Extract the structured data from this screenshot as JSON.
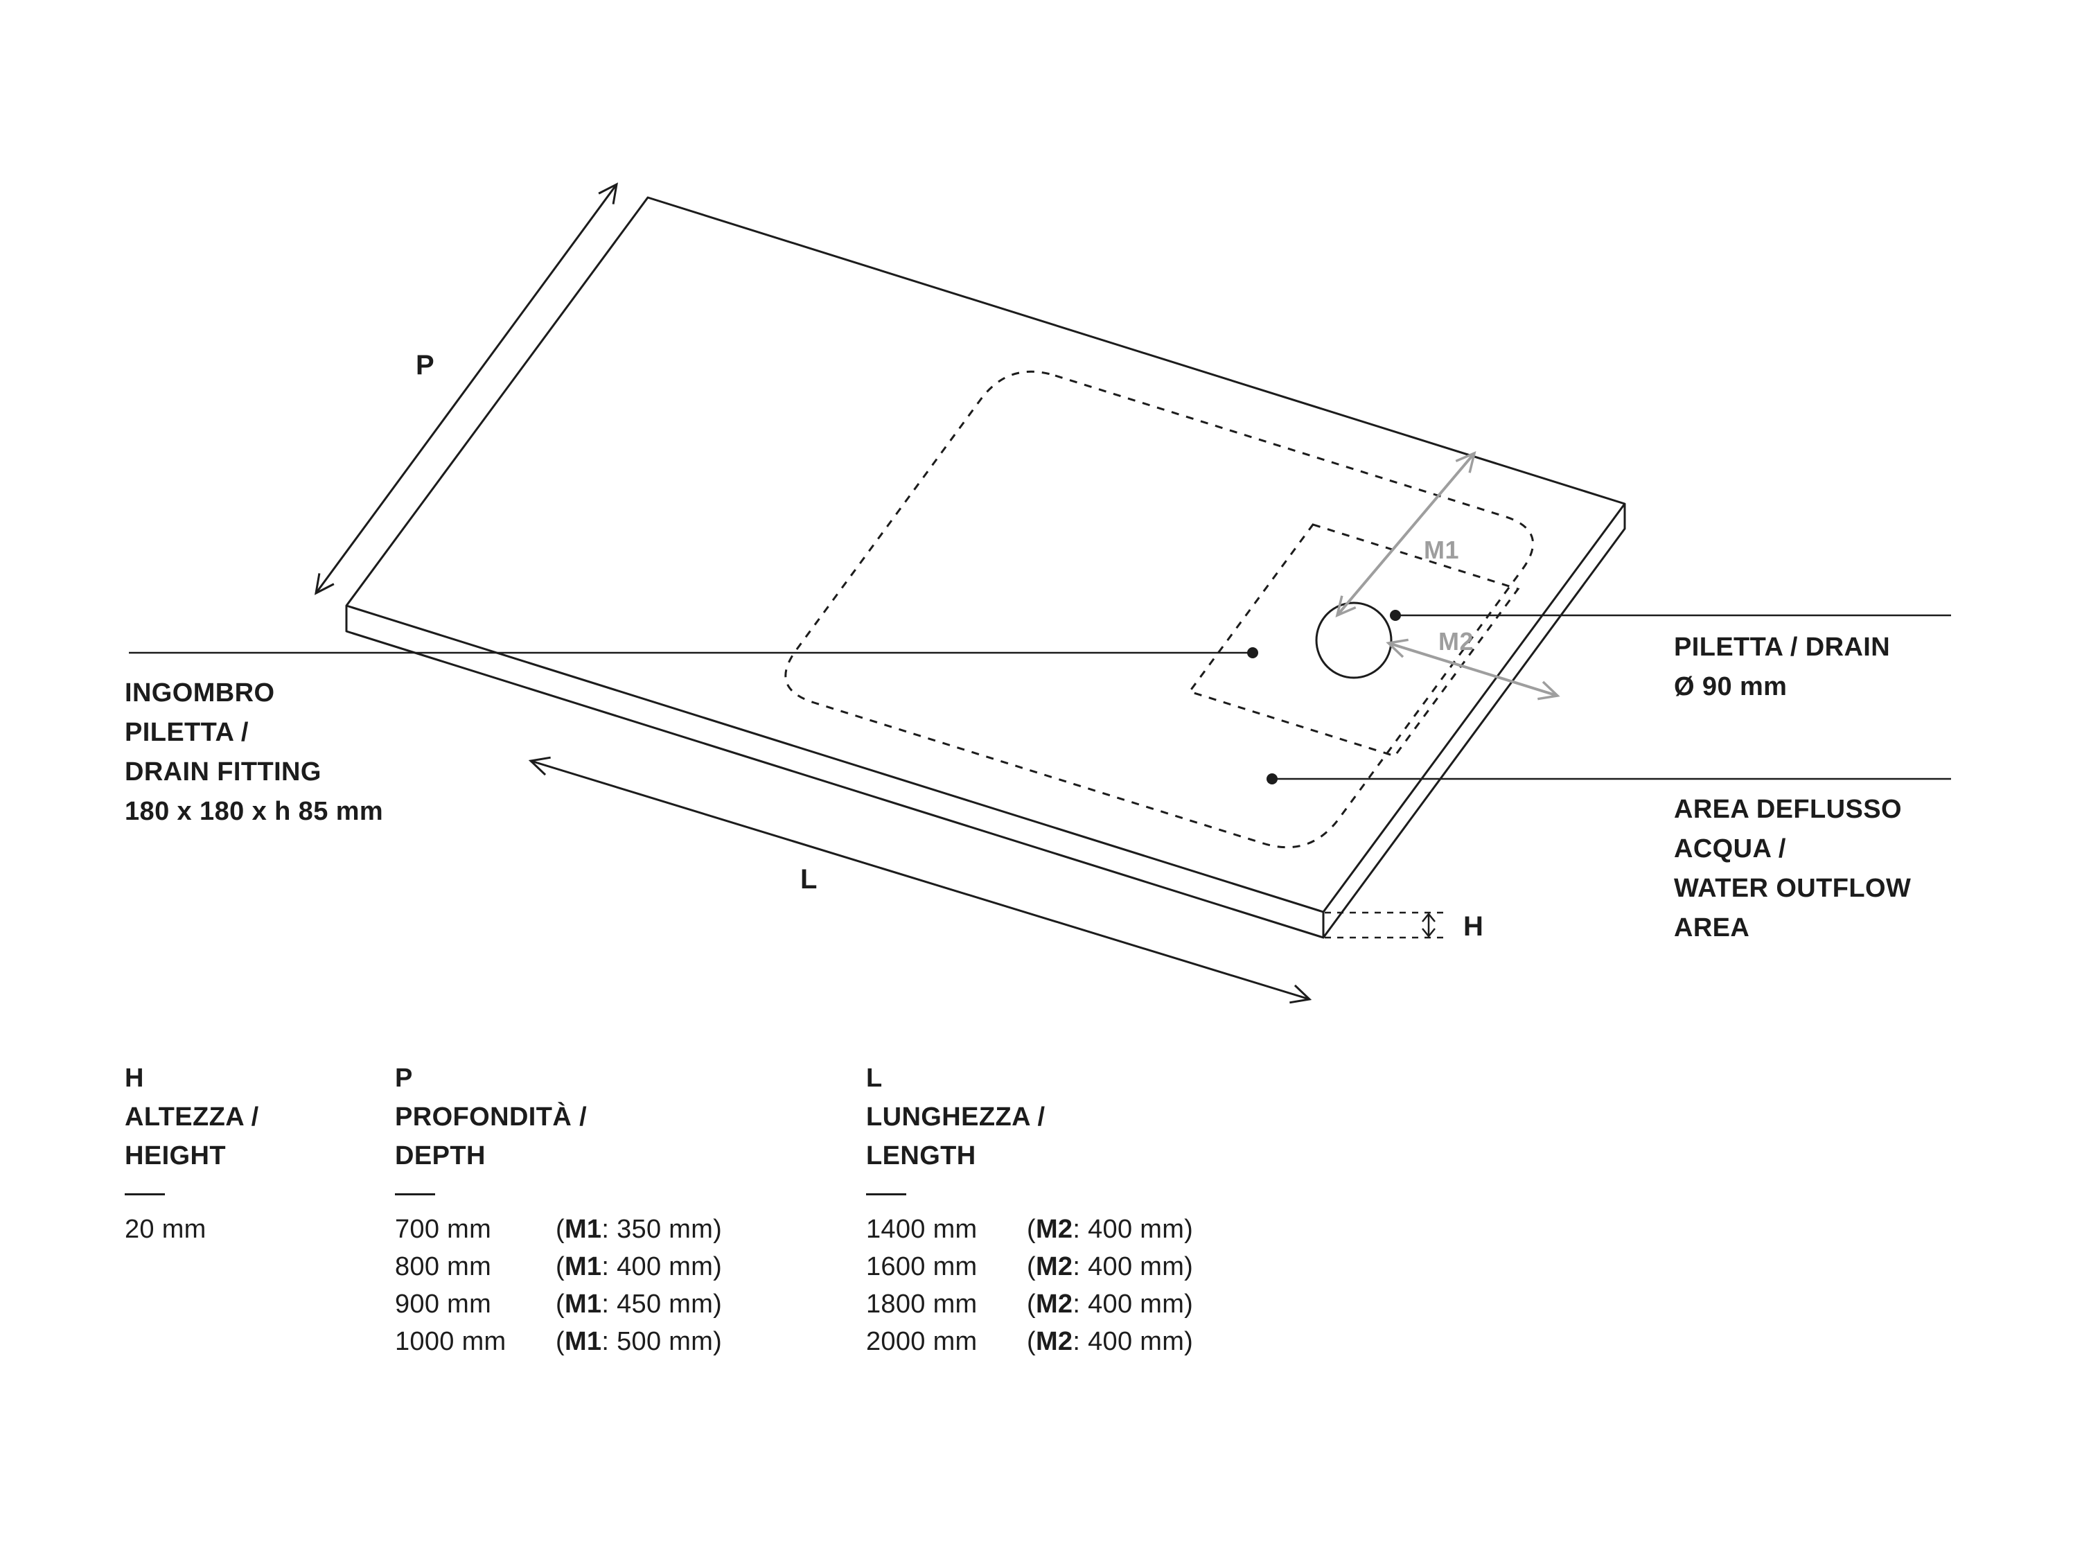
{
  "colors": {
    "ink": "#1c1c1c",
    "muted": "#9e9e9e",
    "background": "#ffffff"
  },
  "diagram": {
    "dim_labels": {
      "p": "P",
      "l": "L",
      "h": "H",
      "m1": "M1",
      "m2": "M2"
    },
    "callouts": {
      "drain_fitting": {
        "lines": [
          "INGOMBRO",
          "PILETTA /",
          "DRAIN FITTING",
          "180 x 180 x h 85 mm"
        ]
      },
      "drain": {
        "lines": [
          "PILETTA / DRAIN",
          "Ø 90 mm"
        ]
      },
      "outflow": {
        "lines": [
          "AREA DEFLUSSO",
          "ACQUA /",
          "WATER OUTFLOW",
          "AREA"
        ]
      }
    }
  },
  "legend": {
    "height": {
      "letter": "H",
      "name_it": "ALTEZZA /",
      "name_en": "HEIGHT",
      "value": "20 mm"
    },
    "depth": {
      "letter": "P",
      "name_it": "PROFONDITÀ /",
      "name_en": "DEPTH",
      "rows": [
        {
          "size": "700 mm",
          "open": "(",
          "m": "M1",
          "rest": ": 350 mm)"
        },
        {
          "size": "800 mm",
          "open": "(",
          "m": "M1",
          "rest": ": 400 mm)"
        },
        {
          "size": "900 mm",
          "open": "(",
          "m": "M1",
          "rest": ": 450 mm)"
        },
        {
          "size": "1000 mm",
          "open": "(",
          "m": "M1",
          "rest": ": 500 mm)"
        }
      ]
    },
    "length": {
      "letter": "L",
      "name_it": "LUNGHEZZA /",
      "name_en": "LENGTH",
      "rows": [
        {
          "size": "1400 mm",
          "open": "(",
          "m": "M2",
          "rest": ": 400 mm)"
        },
        {
          "size": "1600 mm",
          "open": "(",
          "m": "M2",
          "rest": ": 400 mm)"
        },
        {
          "size": "1800 mm",
          "open": "(",
          "m": "M2",
          "rest": ": 400 mm)"
        },
        {
          "size": "2000 mm",
          "open": "(",
          "m": "M2",
          "rest": ": 400 mm)"
        }
      ]
    }
  }
}
